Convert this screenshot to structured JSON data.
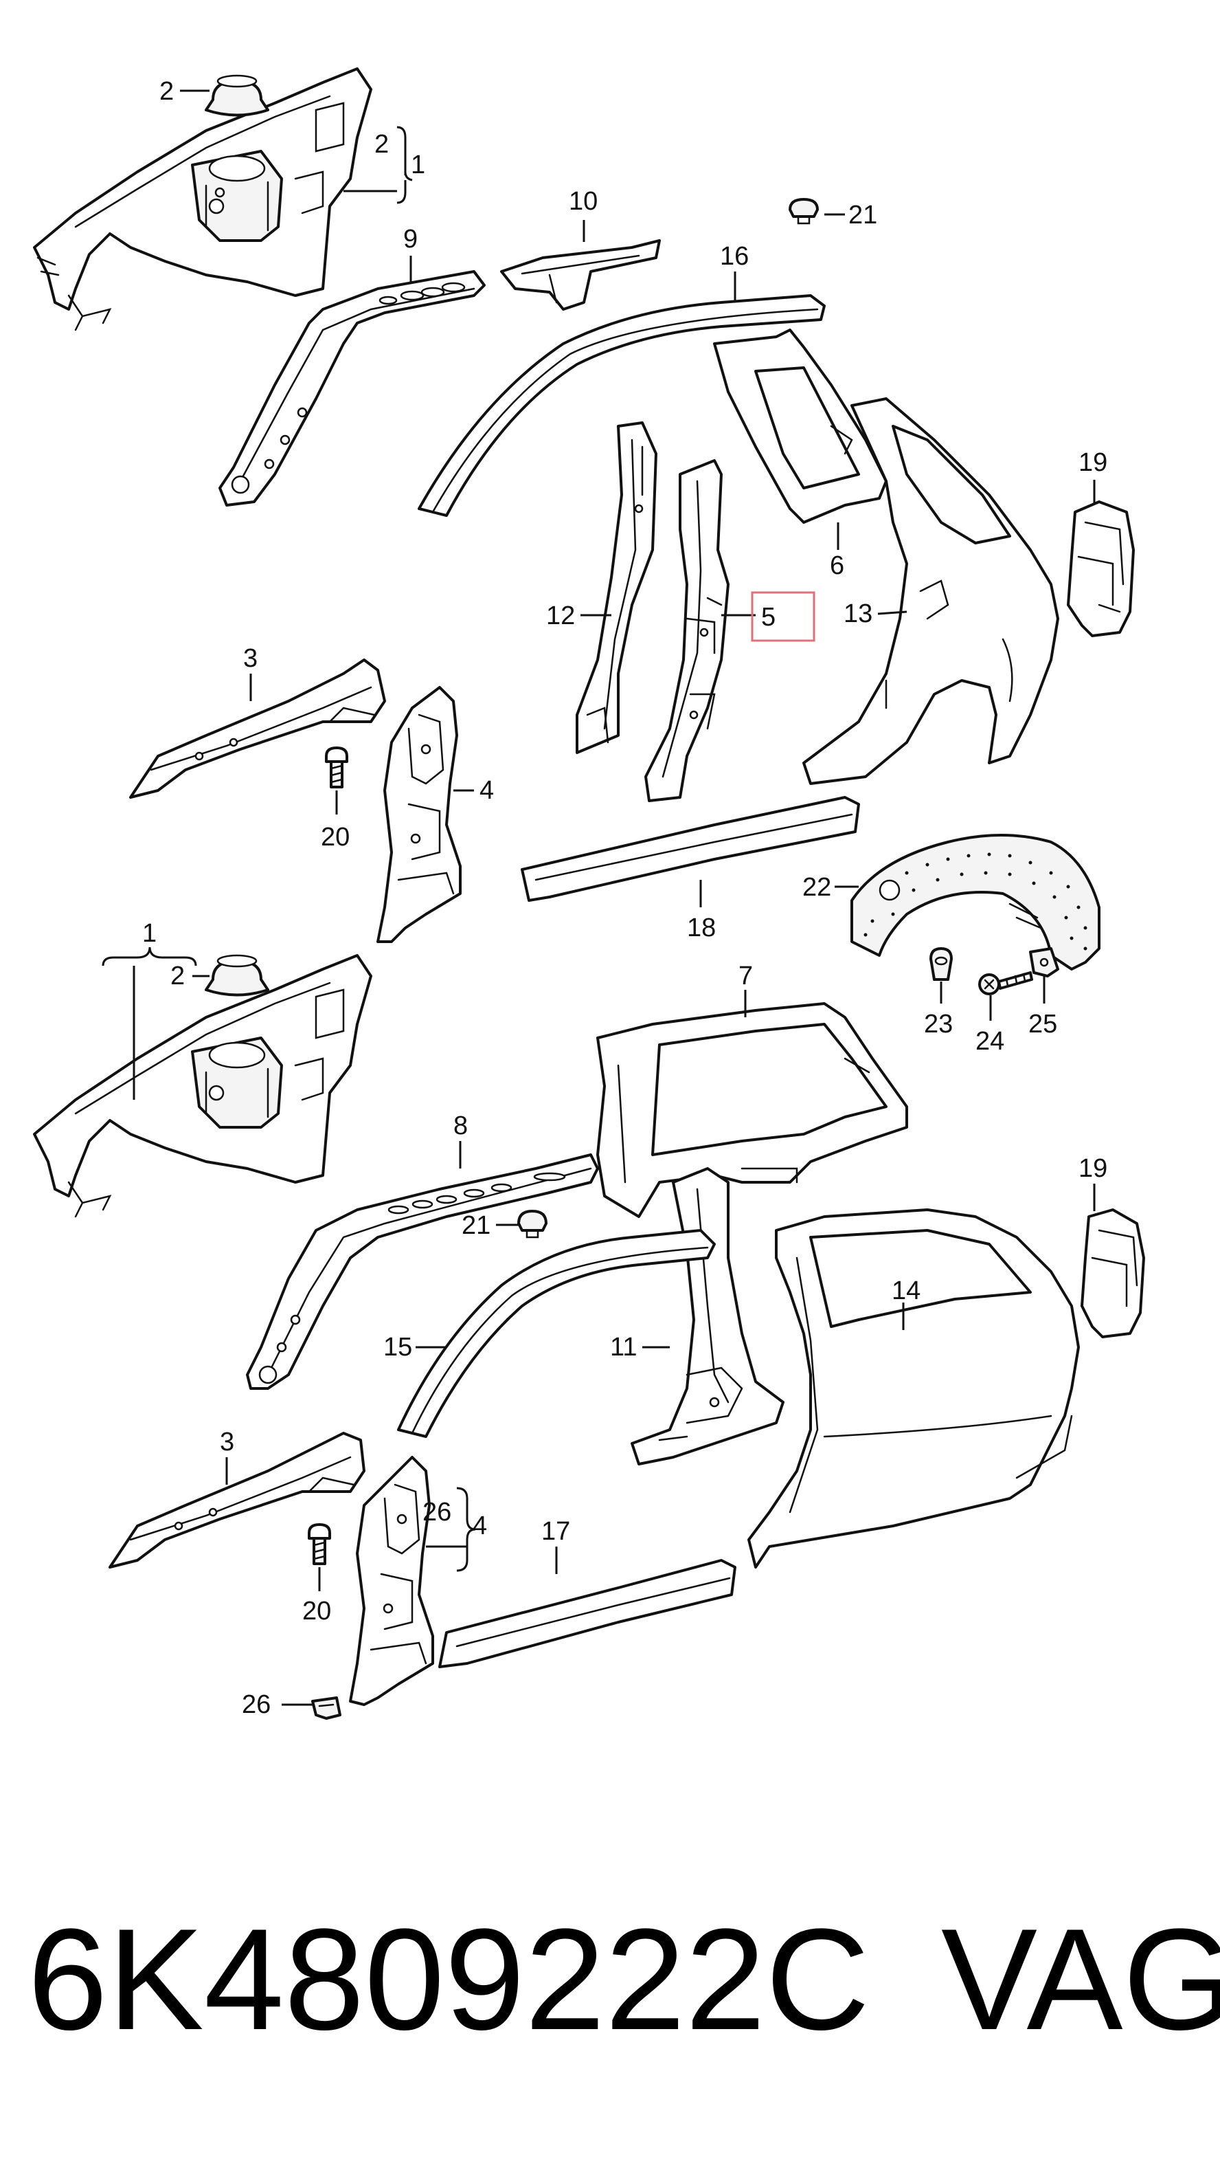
{
  "callouts": {
    "c1_top": "1",
    "c2_top_a": "2",
    "c2_top_b": "2",
    "c3_top": "3",
    "c4_top": "4",
    "c5": "5",
    "c6": "6",
    "c9": "9",
    "c10": "10",
    "c12": "12",
    "c13": "13",
    "c16": "16",
    "c18": "18",
    "c19_top": "19",
    "c20_top": "20",
    "c21_top": "21",
    "c22": "22",
    "c23": "23",
    "c24": "24",
    "c25": "25",
    "c1_bot": "1",
    "c2_bot": "2",
    "c3_bot": "3",
    "c4_bot": "4",
    "c7": "7",
    "c8": "8",
    "c11": "11",
    "c14": "14",
    "c15": "15",
    "c17": "17",
    "c19_bot": "19",
    "c20_bot": "20",
    "c21_bot": "21",
    "c26_a": "26",
    "c26_b": "26"
  },
  "highlight_color": "#e0707a",
  "footer": {
    "part_number": "6K4809222C",
    "brand": "VAG"
  }
}
